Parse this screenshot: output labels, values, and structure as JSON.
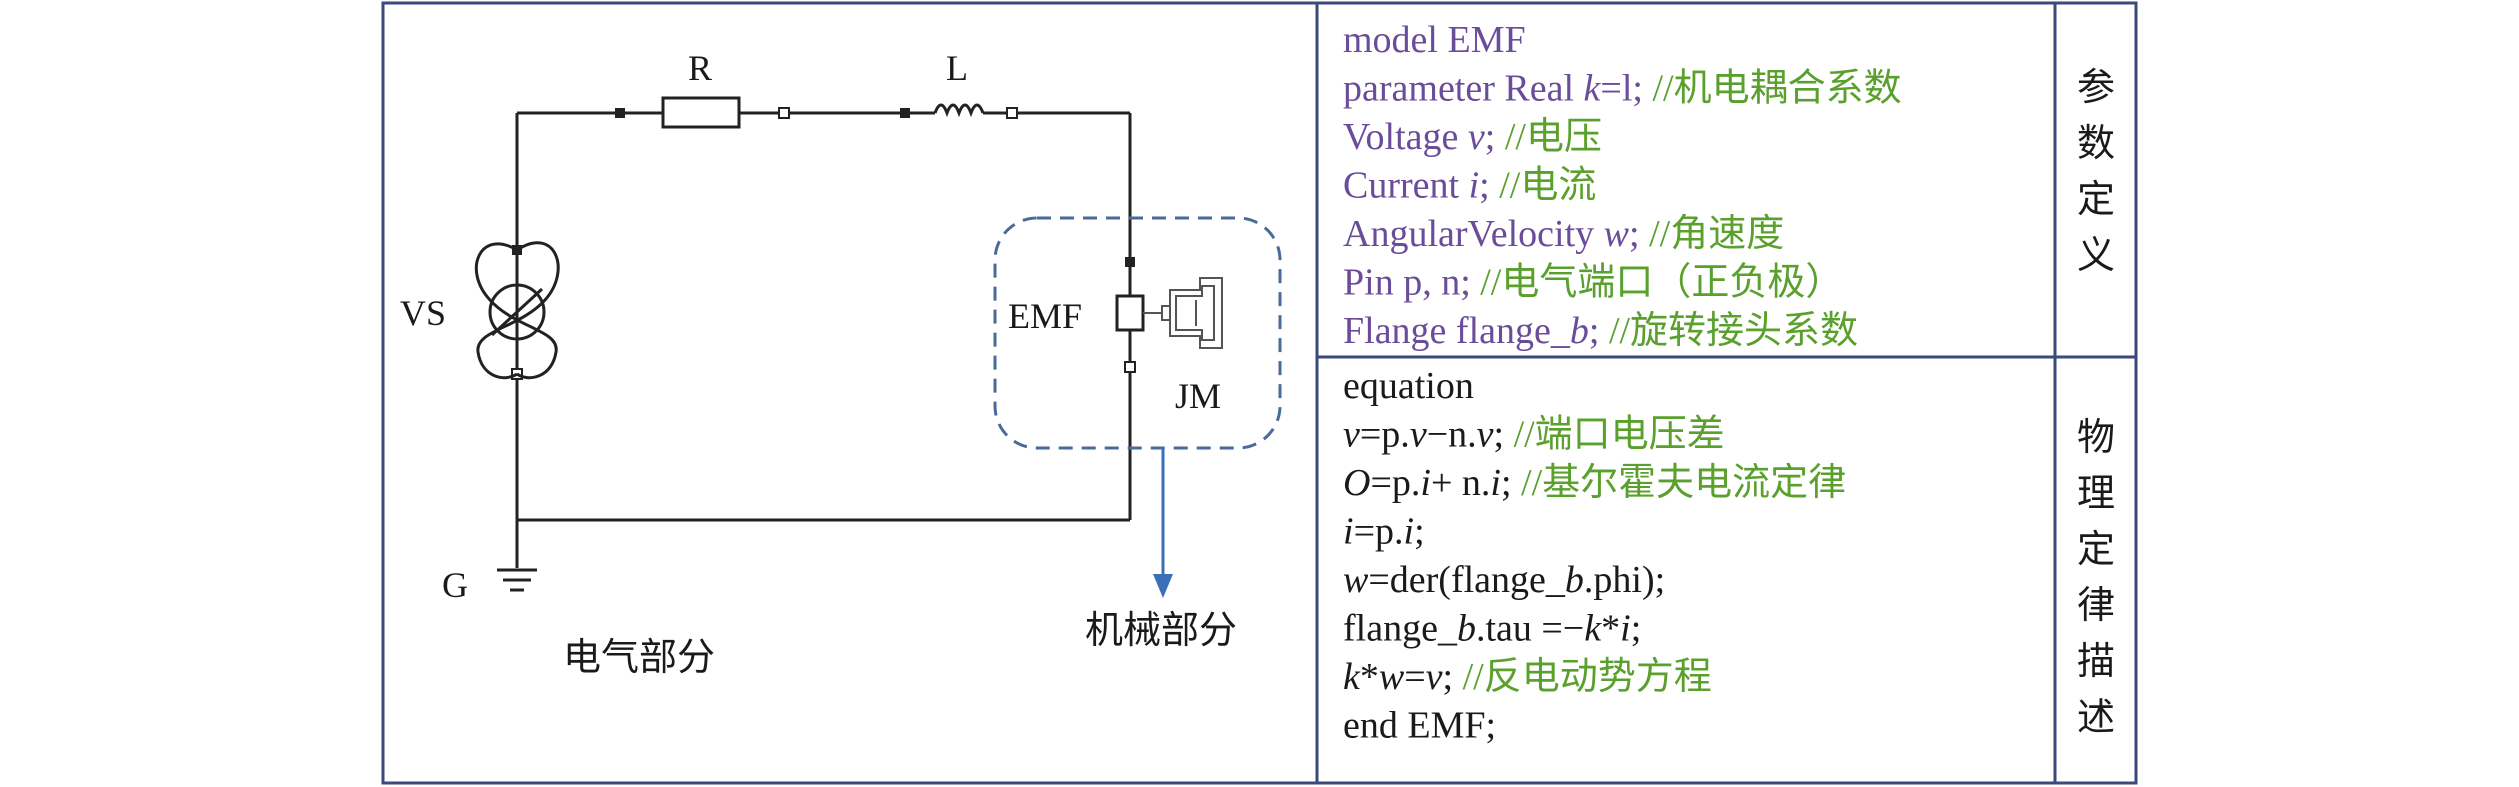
{
  "circuit": {
    "labels": {
      "R": "R",
      "L": "L",
      "VS": "VS",
      "EMF": "EMF",
      "JM": "JM",
      "G": "G"
    },
    "captions": {
      "electrical": "电气部分",
      "mechanical": "机械部分"
    },
    "colors": {
      "wire": "#222222",
      "dashed_box": "#4a6a9a",
      "arrow": "#3b6fb6"
    }
  },
  "panels": {
    "params_title": "参数定义",
    "equations_title": "物理定律描述"
  },
  "code": {
    "params": [
      [
        {
          "t": "model EMF",
          "c": "kw"
        }
      ],
      [
        {
          "t": "parameter Real ",
          "c": "kw"
        },
        {
          "t": "k",
          "c": "kw",
          "i": true
        },
        {
          "t": "=l; ",
          "c": "kw"
        },
        {
          "t": "//机电耦合系数",
          "c": "cm"
        }
      ],
      [
        {
          "t": "Voltage ",
          "c": "kw"
        },
        {
          "t": "v",
          "c": "kw",
          "i": true
        },
        {
          "t": "; ",
          "c": "kw"
        },
        {
          "t": "//电压",
          "c": "cm"
        }
      ],
      [
        {
          "t": "Current ",
          "c": "kw"
        },
        {
          "t": "i",
          "c": "kw",
          "i": true
        },
        {
          "t": "; ",
          "c": "kw"
        },
        {
          "t": "//电流",
          "c": "cm"
        }
      ],
      [
        {
          "t": "AngularVelocity ",
          "c": "kw"
        },
        {
          "t": "w",
          "c": "kw",
          "i": true
        },
        {
          "t": "; ",
          "c": "kw"
        },
        {
          "t": "//角速度",
          "c": "cm"
        }
      ],
      [
        {
          "t": "Pin p, n; ",
          "c": "kw"
        },
        {
          "t": "//电气端口（正负极）",
          "c": "cm"
        }
      ],
      [
        {
          "t": "Flange flange_",
          "c": "kw"
        },
        {
          "t": "b",
          "c": "kw",
          "i": true
        },
        {
          "t": "; ",
          "c": "kw"
        },
        {
          "t": "//旋转接头系数",
          "c": "cm"
        }
      ]
    ],
    "equations": [
      [
        {
          "t": "equation",
          "c": "tx"
        }
      ],
      [
        {
          "t": "v",
          "c": "tx",
          "i": true
        },
        {
          "t": "=p.",
          "c": "tx"
        },
        {
          "t": "v",
          "c": "tx",
          "i": true
        },
        {
          "t": "−n.",
          "c": "tx"
        },
        {
          "t": "v",
          "c": "tx",
          "i": true
        },
        {
          "t": "; ",
          "c": "tx"
        },
        {
          "t": "//端口电压差",
          "c": "cm"
        }
      ],
      [
        {
          "t": "O",
          "c": "tx",
          "i": true
        },
        {
          "t": "=p.",
          "c": "tx"
        },
        {
          "t": "i",
          "c": "tx",
          "i": true
        },
        {
          "t": "+ n.",
          "c": "tx"
        },
        {
          "t": "i",
          "c": "tx",
          "i": true
        },
        {
          "t": "; ",
          "c": "tx"
        },
        {
          "t": "//基尔霍夫电流定律",
          "c": "cm"
        }
      ],
      [
        {
          "t": "i",
          "c": "tx",
          "i": true
        },
        {
          "t": "=p.",
          "c": "tx"
        },
        {
          "t": "i",
          "c": "tx",
          "i": true
        },
        {
          "t": ";",
          "c": "tx"
        }
      ],
      [
        {
          "t": "w",
          "c": "tx",
          "i": true
        },
        {
          "t": "=der(flange_",
          "c": "tx"
        },
        {
          "t": "b",
          "c": "tx",
          "i": true
        },
        {
          "t": ".phi);",
          "c": "tx"
        }
      ],
      [
        {
          "t": "flange_",
          "c": "tx"
        },
        {
          "t": "b",
          "c": "tx",
          "i": true
        },
        {
          "t": ".tau =−",
          "c": "tx"
        },
        {
          "t": "k",
          "c": "tx",
          "i": true
        },
        {
          "t": "*",
          "c": "tx"
        },
        {
          "t": "i",
          "c": "tx",
          "i": true
        },
        {
          "t": ";",
          "c": "tx"
        }
      ],
      [
        {
          "t": "k",
          "c": "tx",
          "i": true
        },
        {
          "t": "*",
          "c": "tx"
        },
        {
          "t": "w",
          "c": "tx",
          "i": true
        },
        {
          "t": "=",
          "c": "tx"
        },
        {
          "t": "v",
          "c": "tx",
          "i": true
        },
        {
          "t": "; ",
          "c": "tx"
        },
        {
          "t": "//反电动势方程",
          "c": "cm"
        }
      ],
      [
        {
          "t": "end EMF;",
          "c": "tx"
        }
      ]
    ]
  }
}
